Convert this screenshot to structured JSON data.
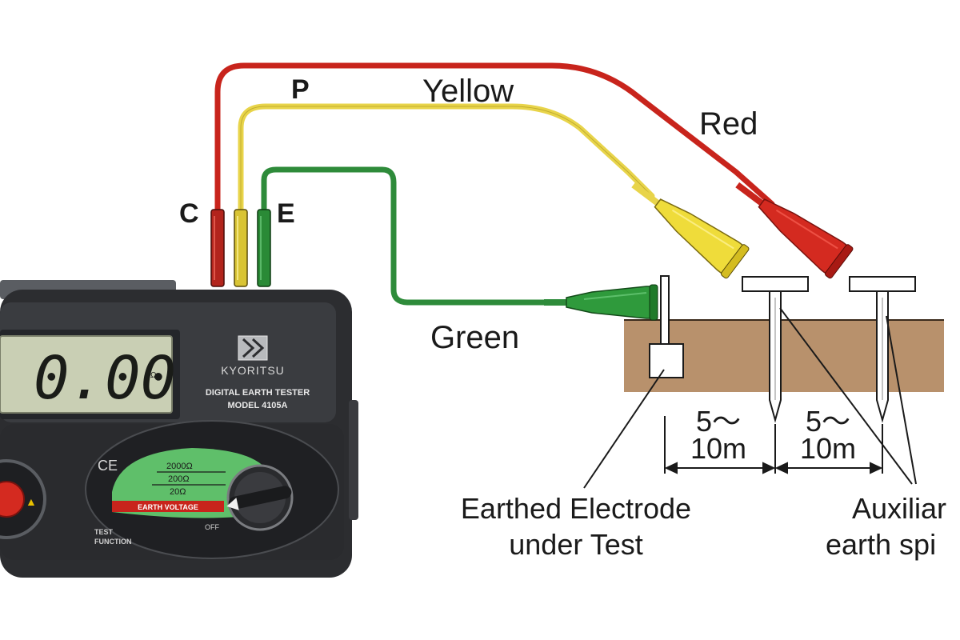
{
  "terminals": {
    "c": "C",
    "p": "P",
    "e": "E"
  },
  "leads": {
    "yellow": "Yellow",
    "red": "Red",
    "green": "Green"
  },
  "distances": {
    "first": {
      "line1": "5～",
      "line2": "10m"
    },
    "second": {
      "line1": "5～",
      "line2": "10m"
    }
  },
  "callouts": {
    "electrode": {
      "line1": "Earthed Electrode",
      "line2": "under Test"
    },
    "spikes": {
      "line1": "Auxiliar",
      "line2": "earth spi"
    }
  },
  "instrument": {
    "display": "0.00",
    "unit_mark": "Ω",
    "brand": "KYORITSU",
    "title": "DIGITAL EARTH TESTER",
    "model": "MODEL 4105A",
    "ce_mark": "CE",
    "ranges": [
      "2000Ω",
      "200Ω",
      "20Ω"
    ],
    "earth_voltage": "EARTH VOLTAGE",
    "off": "OFF",
    "function_line1": "TEST",
    "function_line2": "FUNCTION"
  },
  "colors": {
    "red_lead": "#c8241c",
    "yellow_lead": "#e8d44a",
    "green_lead": "#2e8b3a",
    "soil": "#b8916c",
    "lcd": "#c9cfb4",
    "case": "#2c2d30"
  },
  "icons": {
    "logo": "kyoritsu-logo-icon",
    "knob": "rotary-switch-icon",
    "button": "test-button-icon"
  }
}
